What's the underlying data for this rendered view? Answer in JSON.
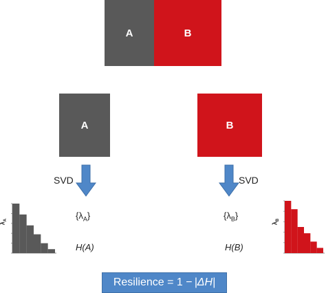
{
  "top_pair": {
    "left_label": "A",
    "right_label": "B"
  },
  "left_branch": {
    "label": "A",
    "svd_label": "SVD",
    "spectrum_symbol": "λ",
    "spectrum_subscript": "A",
    "entropy_label": "H(A)",
    "axis_label": "λ",
    "axis_subscript": "A",
    "bar_values": [
      1.0,
      0.78,
      0.56,
      0.38,
      0.2,
      0.08
    ],
    "bar_color": "#595959"
  },
  "right_branch": {
    "label": "B",
    "svd_label": "SVD",
    "spectrum_symbol": "λ",
    "spectrum_subscript": "B",
    "entropy_label": "H(B)",
    "axis_label": "λ",
    "axis_subscript": "B",
    "bar_values": [
      1.0,
      0.84,
      0.5,
      0.38,
      0.22,
      0.1
    ],
    "bar_color": "#d0141b"
  },
  "resilience": {
    "prefix": "Resilience = 1 − ",
    "formula": "|ΔH|"
  },
  "colors": {
    "gray": "#595959",
    "red": "#d0141b",
    "arrow": "#4f87c8"
  }
}
